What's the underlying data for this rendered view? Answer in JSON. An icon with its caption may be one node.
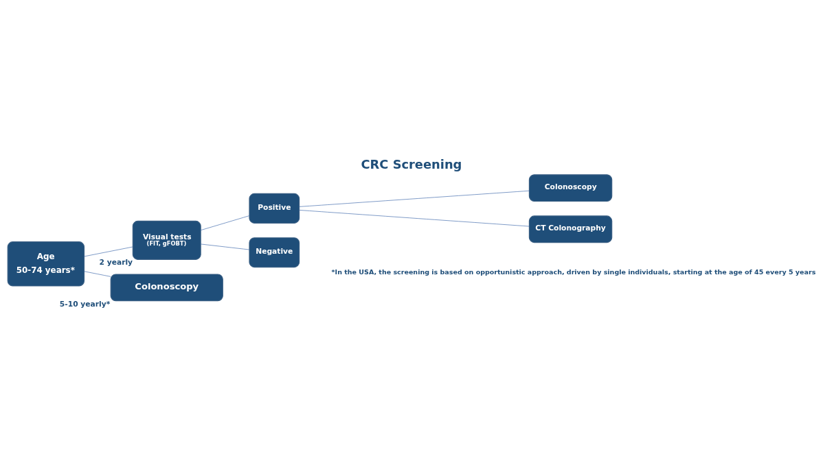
{
  "diagram": {
    "title": "CRC Screening",
    "caption": "*In the USA, the screening is based on opportunistic approach, driven by single individuals, starting at the age of 45 every 5 years",
    "nodes": [
      {
        "text": [
          "Age",
          "50-74 years*"
        ]
      },
      {
        "text": [
          "Visual tests",
          "(FIT, gFOBT)"
        ],
        "beside": [
          "2 yearly"
        ]
      },
      {
        "text": [
          "Positive"
        ]
      },
      {
        "text": [
          "Negative"
        ]
      },
      {
        "text": [
          "Colonoscopy"
        ]
      },
      {
        "text": [
          "CT Colonography"
        ]
      },
      {
        "text": [
          "Colonoscopy"
        ],
        "beside": [
          "5-10 yearly*"
        ]
      }
    ],
    "edges": [
      {
        "from": 0,
        "to": 1,
        "arrow": "none"
      },
      {
        "from": 0,
        "to": 6,
        "arrow": "none"
      },
      {
        "from": 1,
        "to": 2,
        "arrow": "none"
      },
      {
        "from": 1,
        "to": 3,
        "arrow": "none"
      },
      {
        "from": 2,
        "to": 4,
        "arrow": "none"
      },
      {
        "from": 2,
        "to": 5,
        "arrow": "none"
      }
    ]
  }
}
